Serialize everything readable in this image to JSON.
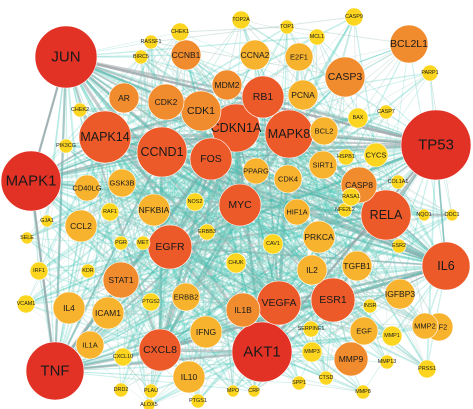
{
  "colors": {
    "background": "#ffffff",
    "edge_strong": "#9aa0a6",
    "edge_teal": "#3ec6b3",
    "degree_high": "#e23226",
    "degree_upper": "#ed5a2a",
    "degree_mid": "#f08c2e",
    "degree_lower": "#f7b22e",
    "degree_low": "#fbd51f"
  },
  "nodes": [
    {
      "id": "JUN",
      "level": 5
    },
    {
      "id": "TP53",
      "level": 5
    },
    {
      "id": "MAPK1",
      "level": 5
    },
    {
      "id": "TNF",
      "level": 5
    },
    {
      "id": "AKT1",
      "level": 5
    },
    {
      "id": "RELA",
      "level": 4
    },
    {
      "id": "IL6",
      "level": 4
    },
    {
      "id": "MAPK14",
      "level": 4
    },
    {
      "id": "CCND1",
      "level": 4
    },
    {
      "id": "MAPK8",
      "level": 4
    },
    {
      "id": "CDKN1A",
      "level": 4
    },
    {
      "id": "RB1",
      "level": 4
    },
    {
      "id": "FOS",
      "level": 4
    },
    {
      "id": "MYC",
      "level": 4
    },
    {
      "id": "EGFR",
      "level": 4
    },
    {
      "id": "VEGFA",
      "level": 4
    },
    {
      "id": "ESR1",
      "level": 4
    },
    {
      "id": "CXCL8",
      "level": 4
    },
    {
      "id": "CASP3",
      "level": 3
    },
    {
      "id": "CDK1",
      "level": 3
    },
    {
      "id": "CDK2",
      "level": 3
    },
    {
      "id": "BCL2L1",
      "level": 3
    },
    {
      "id": "CASP8",
      "level": 3
    },
    {
      "id": "STAT1",
      "level": 3
    },
    {
      "id": "MMP9",
      "level": 3
    },
    {
      "id": "IL1B",
      "level": 3
    },
    {
      "id": "CCNB1",
      "level": 3
    },
    {
      "id": "MDM2",
      "level": 3
    },
    {
      "id": "AR",
      "level": 3
    },
    {
      "id": "CCNA2",
      "level": 2
    },
    {
      "id": "E2F1",
      "level": 2
    },
    {
      "id": "PCNA",
      "level": 2
    },
    {
      "id": "BCL2",
      "level": 2
    },
    {
      "id": "SIRT1",
      "level": 2
    },
    {
      "id": "CDK4",
      "level": 2
    },
    {
      "id": "PPARG",
      "level": 2
    },
    {
      "id": "IL2",
      "level": 2
    },
    {
      "id": "TGFB1",
      "level": 2
    },
    {
      "id": "IGFBP3",
      "level": 2
    },
    {
      "id": "IGF2",
      "level": 2
    },
    {
      "id": "EGF",
      "level": 2
    },
    {
      "id": "IFNG",
      "level": 2
    },
    {
      "id": "IL10",
      "level": 2
    },
    {
      "id": "IL4",
      "level": 2
    },
    {
      "id": "ICAM1",
      "level": 2
    },
    {
      "id": "CCL2",
      "level": 2
    },
    {
      "id": "NFKBIA",
      "level": 2
    },
    {
      "id": "GSK3B",
      "level": 2
    },
    {
      "id": "CD40LG",
      "level": 2
    },
    {
      "id": "PRKCA",
      "level": 2
    },
    {
      "id": "HIF1A",
      "level": 2
    },
    {
      "id": "ERBB2",
      "level": 2
    },
    {
      "id": "IL1A",
      "level": 2
    },
    {
      "id": "MMP2",
      "level": 2
    },
    {
      "id": "CYCS",
      "level": 1
    },
    {
      "id": "BAX",
      "level": 1
    },
    {
      "id": "CASP9",
      "level": 1
    },
    {
      "id": "CHEK1",
      "level": 1
    },
    {
      "id": "TOP2A",
      "level": 1
    },
    {
      "id": "TOP1",
      "level": 1
    },
    {
      "id": "MCL1",
      "level": 1
    },
    {
      "id": "RASSF1",
      "level": 1
    },
    {
      "id": "BIRC5",
      "level": 1
    },
    {
      "id": "PARP1",
      "level": 1
    },
    {
      "id": "CASP7",
      "level": 1
    },
    {
      "id": "CHEK2",
      "level": 1
    },
    {
      "id": "PIK3CG",
      "level": 1
    },
    {
      "id": "HSPB1",
      "level": 1
    },
    {
      "id": "COL1A1",
      "level": 1
    },
    {
      "id": "NQO1",
      "level": 1
    },
    {
      "id": "ODC1",
      "level": 1
    },
    {
      "id": "NFE2L2",
      "level": 1
    },
    {
      "id": "RASA1",
      "level": 1
    },
    {
      "id": "NOS2",
      "level": 1
    },
    {
      "id": "RAF1",
      "level": 1
    },
    {
      "id": "GJA1",
      "level": 1
    },
    {
      "id": "SELE",
      "level": 1
    },
    {
      "id": "PGR",
      "level": 1
    },
    {
      "id": "MET",
      "level": 1
    },
    {
      "id": "ERBB3",
      "level": 1
    },
    {
      "id": "CAV1",
      "level": 1
    },
    {
      "id": "CHUK",
      "level": 1
    },
    {
      "id": "ESR2",
      "level": 1
    },
    {
      "id": "IRF1",
      "level": 1
    },
    {
      "id": "KDR",
      "level": 1
    },
    {
      "id": "VCAM1",
      "level": 1
    },
    {
      "id": "PTGS2",
      "level": 1
    },
    {
      "id": "INSR",
      "level": 1
    },
    {
      "id": "SERPINE1",
      "level": 1
    },
    {
      "id": "MMP1",
      "level": 1
    },
    {
      "id": "MMP3",
      "level": 1
    },
    {
      "id": "MMP13",
      "level": 1
    },
    {
      "id": "MMP8",
      "level": 1
    },
    {
      "id": "PRSS1",
      "level": 1
    },
    {
      "id": "SPP1",
      "level": 1
    },
    {
      "id": "CTSD",
      "level": 1
    },
    {
      "id": "CXCL10",
      "level": 1
    },
    {
      "id": "DRD2",
      "level": 1
    },
    {
      "id": "PLAU",
      "level": 1
    },
    {
      "id": "PTGS1",
      "level": 1
    },
    {
      "id": "MPO",
      "level": 1
    },
    {
      "id": "CRP",
      "level": 1
    },
    {
      "id": "ALOX5",
      "level": 1
    }
  ]
}
